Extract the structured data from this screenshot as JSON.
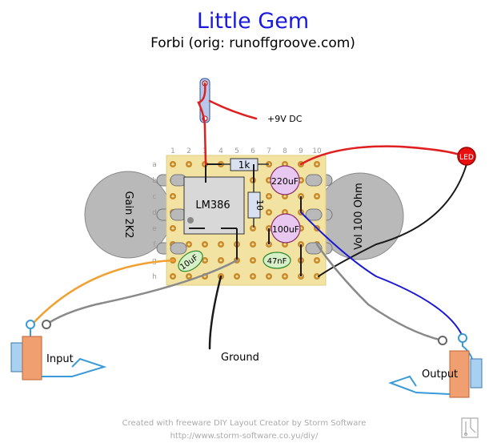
{
  "header": {
    "title": "Little Gem",
    "subtitle": "Forbi (orig: runoffgroove.com)"
  },
  "colors": {
    "title": "#1a1adf",
    "board": "#f3e3a3",
    "pad": "#c98a2c",
    "wire_red": "#e02020",
    "wire_orange": "#f0a030",
    "wire_gray": "#8a8a8a",
    "wire_black": "#1a1a1a",
    "wire_blue": "#1a1ad0",
    "cap_electro": "#e8c8f0",
    "cap_film": "#d8f0c8",
    "pot": "#b9b9b9",
    "led": "#e81010"
  },
  "board": {
    "columns": [
      "1",
      "2",
      "3",
      "4",
      "5",
      "6",
      "7",
      "8",
      "9",
      "10"
    ],
    "rows": [
      "a",
      "b",
      "c",
      "d",
      "e",
      "f",
      "g",
      "h"
    ]
  },
  "labels": {
    "power": "+9V DC",
    "ground": "Ground",
    "input": "Input",
    "output": "Output",
    "led": "LED",
    "gain_pot": "Gain 2K2",
    "vol_pot": "Vol 100 Ohm",
    "ic": "LM386",
    "r1": "1k",
    "r2": "10",
    "c1": "220uF",
    "c2": "100uF",
    "c3": "47nF",
    "c4": "10uF"
  },
  "footer": {
    "line1": "Created with freeware DIY Layout Creator by Storm Software",
    "line2": "http://www.storm-software.co.yu/diy/"
  }
}
